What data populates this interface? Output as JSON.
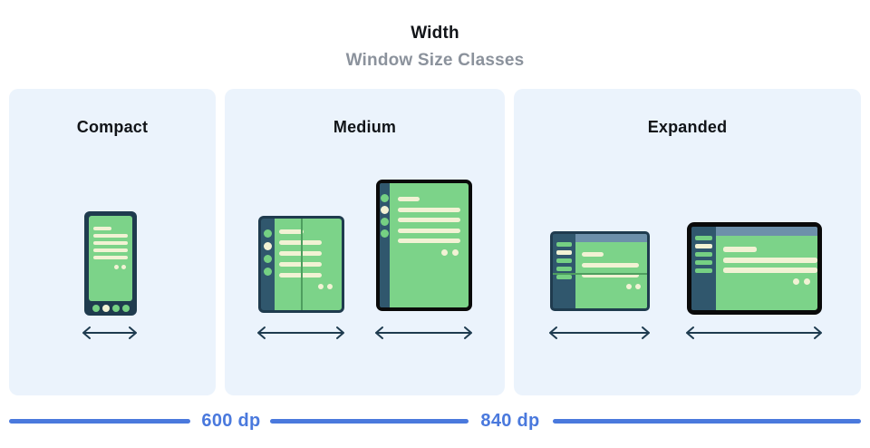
{
  "header": {
    "title": "Width",
    "subtitle": "Window Size Classes"
  },
  "panels": [
    {
      "id": "compact",
      "label": "Compact"
    },
    {
      "id": "medium",
      "label": "Medium"
    },
    {
      "id": "expanded",
      "label": "Expanded"
    }
  ],
  "ruler": {
    "labels": [
      "600 dp",
      "840 dp"
    ]
  },
  "colors": {
    "accent_blue": "#4a79dd",
    "panel_background": "#ebf3fc",
    "screen_green": "#7cd389",
    "frame_navy": "#1f3b4e",
    "sidebar_navy": "#30576d",
    "content_cream": "#f2f2d4",
    "top_band_slate": "#6d90aa",
    "frame_black": "#0a0a0a",
    "subtitle_gray": "#8b929c",
    "fold_green": "#4e9e5f"
  }
}
